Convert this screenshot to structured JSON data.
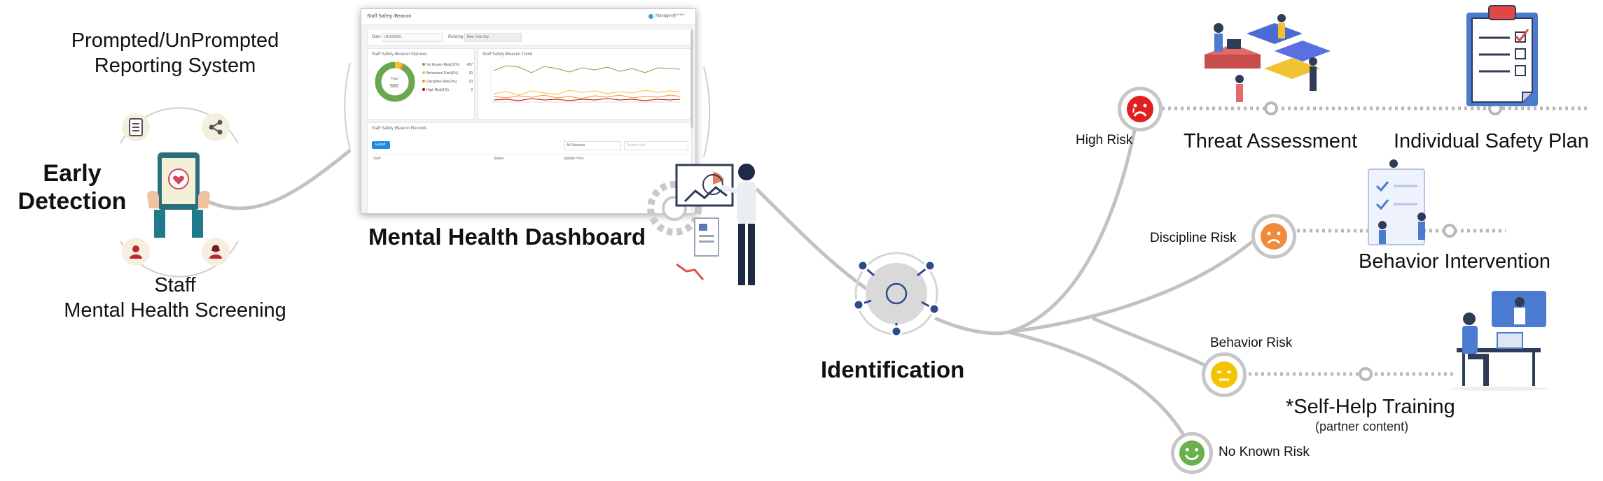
{
  "left": {
    "reporting_title": "Prompted/UnPrompted\nReporting System",
    "early_detection": "Early\nDetection",
    "screening": "Staff\nMental Health Screening"
  },
  "dashboard": {
    "caption": "Mental Health Dashboard",
    "window_title": "Staff Safety iBeacon",
    "user": "Manager@*****",
    "date_label": "Date",
    "date_value": "03/19/2021",
    "building_label": "Building",
    "building_value": "New York City",
    "statuses_title": "Staff Safety iBeacon Statuses",
    "trend_title": "Staff Safety iBeacon Trend",
    "total_label": "Total",
    "total_value": "500",
    "legend": [
      {
        "name": "No Known Risk",
        "pct": "91%",
        "count": "457",
        "color": "#6aa84f"
      },
      {
        "name": "Behavioral Risk",
        "pct": "6%",
        "count": "30",
        "color": "#f1c232"
      },
      {
        "name": "Discipline Risk",
        "pct": "2%",
        "count": "10",
        "color": "#e69138"
      },
      {
        "name": "High Risk",
        "pct": "1%",
        "count": "3",
        "color": "#cc0000"
      }
    ],
    "records_title": "Staff Safety iBeacon Records",
    "export_label": "Export",
    "filter_value": "All Statuses",
    "search_placeholder": "Search staff",
    "col_staff": "Staff",
    "col_status": "Status",
    "col_update": "Update Time"
  },
  "center": {
    "identification": "Identification"
  },
  "risks": {
    "high": "High Risk",
    "discipline": "Discipline Risk",
    "behavior": "Behavior Risk",
    "none": "No Known Risk"
  },
  "outcomes": {
    "threat": "Threat Assessment",
    "safety_plan": "Individual Safety Plan",
    "behavior_intervention": "Behavior Intervention",
    "self_help": "*Self-Help Training",
    "partner": "(partner content)"
  },
  "colors": {
    "high": "#e02020",
    "discipline": "#f08a3c",
    "behavior": "#f5c400",
    "none": "#6ab04c",
    "branch": "#bdbdbd",
    "hub_blue": "#2f4a8c"
  }
}
